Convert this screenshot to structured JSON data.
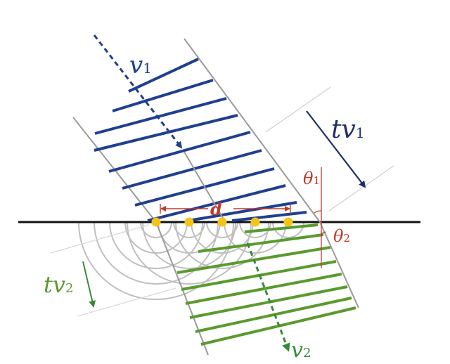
{
  "labels": {
    "v1": "v",
    "v1_sub": "1",
    "tv1": "tv",
    "tv1_sub": "1",
    "d": "d",
    "theta1": "θ",
    "theta1_sub": "1",
    "theta2": "θ",
    "theta2_sub": "2",
    "tv2": "tv",
    "tv2_sub": "2",
    "v2": "v",
    "v2_sub": "2"
  },
  "colors": {
    "incident_wavefronts": "#1f3f8f",
    "refracted_wavefronts": "#5a9a2e",
    "boundary": "#111111",
    "beam_edges": "#9a9a9a",
    "wavelets": "#b0b0b0",
    "source_points": "#f2c417",
    "annotation_red": "#c0392b",
    "tv1_arrow": "#1f2f6a",
    "tv2_arrow": "#3a8a3a"
  },
  "source_point_count": 5
}
